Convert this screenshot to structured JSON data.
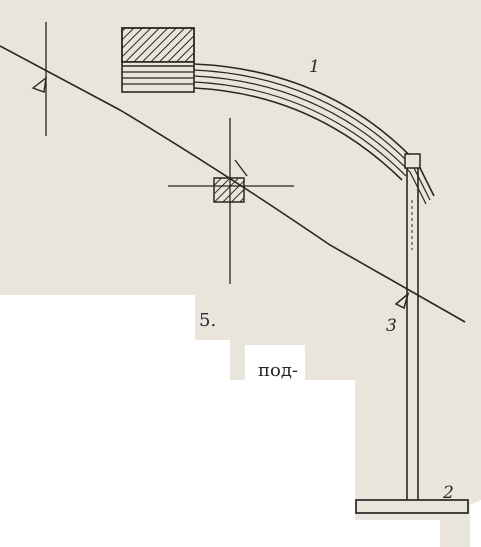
{
  "figure": {
    "labels": {
      "spring": "1",
      "base": "2",
      "pointer": "3"
    },
    "figure_number": "5.",
    "text_fragment": "под-",
    "colors": {
      "paper": "#e9e4dc",
      "ink": "#2a2622"
    }
  }
}
